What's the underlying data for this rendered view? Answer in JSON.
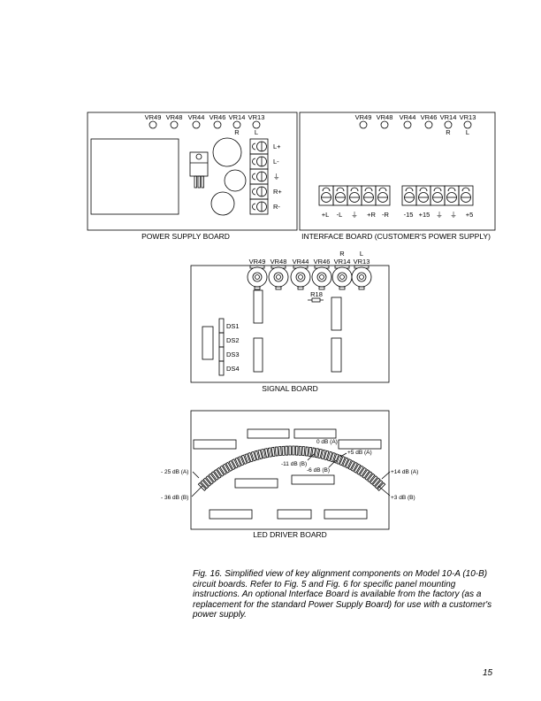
{
  "power_supply_board": {
    "title": "POWER SUPPLY BOARD",
    "pots": [
      "VR49",
      "VR48",
      "VR44",
      "VR46",
      "VR14",
      "VR13"
    ],
    "channel_marks": {
      "VR14": "R",
      "VR13": "L"
    },
    "terminals": [
      "L+",
      "L-",
      "⏚",
      "R+",
      "R-"
    ]
  },
  "interface_board": {
    "title": "INTERFACE BOARD (CUSTOMER'S POWER SUPPLY)",
    "pots": [
      "VR49",
      "VR48",
      "VR44",
      "VR46",
      "VR14",
      "VR13"
    ],
    "channel_marks": {
      "VR14": "R",
      "VR13": "L"
    },
    "terminals_left": [
      "+L",
      "-L",
      "⏚",
      "+R",
      "-R"
    ],
    "terminals_right": [
      "-15",
      "+15",
      "⏚",
      "⏚",
      "+5"
    ]
  },
  "signal_board": {
    "title": "SIGNAL BOARD",
    "pots": [
      "VR49",
      "VR48",
      "VR44",
      "VR46",
      "VR14",
      "VR13"
    ],
    "channel_marks": {
      "VR14": "R",
      "VR13": "L"
    },
    "resistor": "R18",
    "leds": [
      "DS1",
      "DS2",
      "DS3",
      "DS4"
    ]
  },
  "led_driver_board": {
    "title": "LED DRIVER BOARD",
    "markers": {
      "a0": "0 dB (A)",
      "a5": "+5 dB (A)",
      "b11": "-11 dB (B)",
      "b6": "-6 dB (B)",
      "a25": "- 25 dB (A)",
      "b36": "- 36 dB (B)",
      "a14": "+14 dB (A)",
      "b3": "+3 dB (B)"
    }
  },
  "caption_lines": [
    "Fig. 16.  Simplified view of key alignment components on Model 10-A (10-B)",
    "circuit boards.  Refer to Fig. 5 and Fig. 6  for specific panel mounting",
    "instructions.  An optional Interface Board is available from the factory (as a",
    "replacement for the standard Power Supply Board) for use with a customer's",
    "power supply."
  ],
  "page_number": "15"
}
